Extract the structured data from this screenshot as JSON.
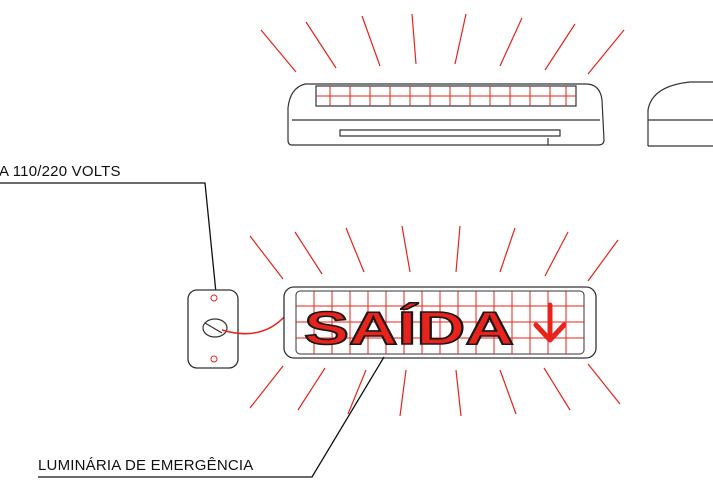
{
  "labels": {
    "power": "A 110/220 VOLTS",
    "fixture": "LUMINÁRIA DE EMERGÊNCIA"
  },
  "sign": {
    "text": "SAÍDA",
    "arrow": "↓"
  },
  "colors": {
    "outline": "#333333",
    "glow": "#e8231b",
    "sign_fill": "#e8231b",
    "sign_stroke": "#1a1a1a"
  }
}
